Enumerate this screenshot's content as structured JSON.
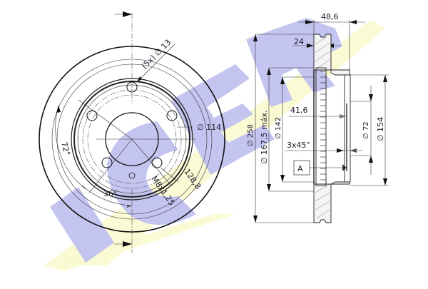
{
  "watermark": {
    "brand": "ICER",
    "triangle_color": "#fafad2",
    "letters_color": "#c4c4f0"
  },
  "front_view": {
    "bolt_holes_label": "(5x) ∅ 13",
    "pcd_label": "∅ 114",
    "thread_label": "M8x1,25",
    "thread_pcd_label": "128,8",
    "angle_between_holes": "72°",
    "angle_offset": "36°"
  },
  "section_view": {
    "overall_height_label": "48,6",
    "disc_thickness_label": "24",
    "outer_diameter_label": "∅ 258",
    "max_wear_diameter_label": "∅ 167,5 máx.",
    "hub_outer_diameter_label": "∅ 142",
    "offset_label": "41,6",
    "chamfer_label": "3x45°",
    "datum_label": "A",
    "center_bore_label": "∅ 72",
    "hub_diameter_label": "∅ 154"
  }
}
